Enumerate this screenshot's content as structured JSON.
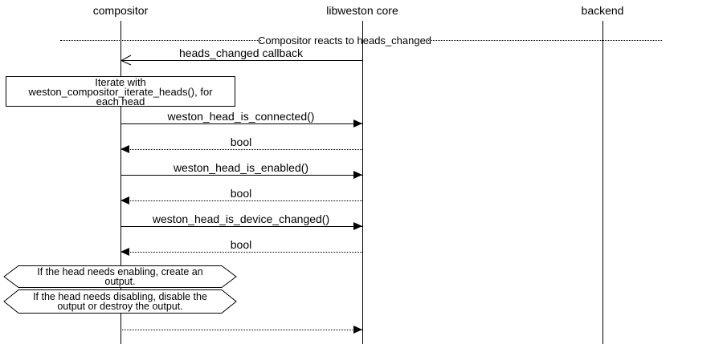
{
  "colors": {
    "foreground": "#000000",
    "background": "#ffffff"
  },
  "diagram": {
    "divider_title": "Compositor reacts to heads_changed",
    "lifelines": [
      {
        "label": "compositor"
      },
      {
        "label": "libweston core"
      },
      {
        "label": "backend"
      }
    ],
    "note": {
      "text": "Iterate with\nweston_compositor_iterate_heads(), for\neach head"
    },
    "messages": [
      {
        "label": "heads_changed callback",
        "from": "libweston core",
        "to": "compositor",
        "line": "solid",
        "arrowhead": "open"
      },
      {
        "label": "weston_head_is_connected()",
        "from": "compositor",
        "to": "libweston core",
        "line": "solid",
        "arrowhead": "filled"
      },
      {
        "label": "bool",
        "from": "libweston core",
        "to": "compositor",
        "line": "dotted",
        "arrowhead": "filled"
      },
      {
        "label": "weston_head_is_enabled()",
        "from": "compositor",
        "to": "libweston core",
        "line": "solid",
        "arrowhead": "filled"
      },
      {
        "label": "bool",
        "from": "libweston core",
        "to": "compositor",
        "line": "dotted",
        "arrowhead": "filled"
      },
      {
        "label": "weston_head_is_device_changed()",
        "from": "compositor",
        "to": "libweston core",
        "line": "solid",
        "arrowhead": "filled"
      },
      {
        "label": "bool",
        "from": "libweston core",
        "to": "compositor",
        "line": "dotted",
        "arrowhead": "filled"
      },
      {
        "label": "",
        "from": "compositor",
        "to": "libweston core",
        "line": "dotted",
        "arrowhead": "filled"
      }
    ],
    "conditions": [
      {
        "text": "If the head needs enabling, create an\noutput."
      },
      {
        "text": "If the head needs disabling, disable the\noutput or destroy the output."
      }
    ]
  }
}
